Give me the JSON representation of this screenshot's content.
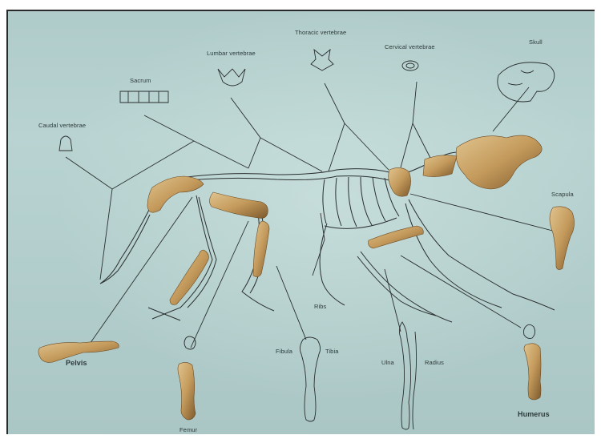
{
  "labels": {
    "caudal": "Caudal vertebrae",
    "sacrum": "Sacrum",
    "lumbar": "Lumbar vertebrae",
    "thoracic": "Thoracic vertebrae",
    "cervical": "Cervical vertebrae",
    "skull": "Skull",
    "scapula": "Scapula",
    "pelvis": "Pelvis",
    "femur": "Femur",
    "fibula": "Fibula",
    "tibia": "Tibia",
    "ribs": "Ribs",
    "ulna": "Ulna",
    "radius": "Radius",
    "humerus": "Humerus"
  },
  "colors": {
    "background": "#b8d3d1",
    "bone": "#c9a66b",
    "bone_dark": "#8a6a3a",
    "ink": "#2a2f2f"
  }
}
